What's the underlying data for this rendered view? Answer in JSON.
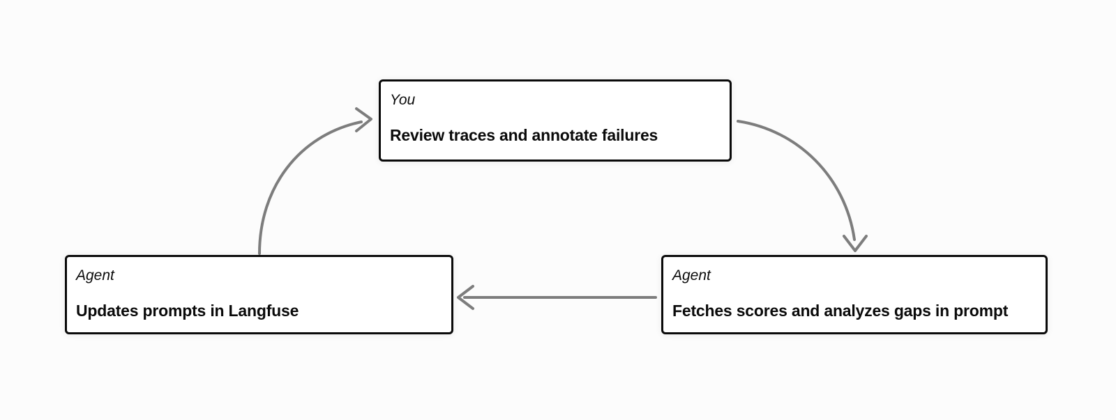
{
  "theme": {
    "background": "#fcfcfc",
    "node_fill": "#ffffff",
    "node_border": "#0a0a0a",
    "text_color": "#0a0a0a",
    "arrow_color": "#7d7d7d"
  },
  "diagram": {
    "nodes": [
      {
        "id": "review-traces",
        "actor": "You",
        "title": "Review traces and annotate failures"
      },
      {
        "id": "update-prompts",
        "actor": "Agent",
        "title": "Updates prompts in Langfuse"
      },
      {
        "id": "fetch-scores",
        "actor": "Agent",
        "title": "Fetches scores and analyzes gaps in prompt"
      }
    ],
    "edges": [
      {
        "from": "update-prompts",
        "to": "review-traces",
        "shape": "curved"
      },
      {
        "from": "review-traces",
        "to": "fetch-scores",
        "shape": "curved"
      },
      {
        "from": "fetch-scores",
        "to": "update-prompts",
        "shape": "straight"
      }
    ]
  }
}
